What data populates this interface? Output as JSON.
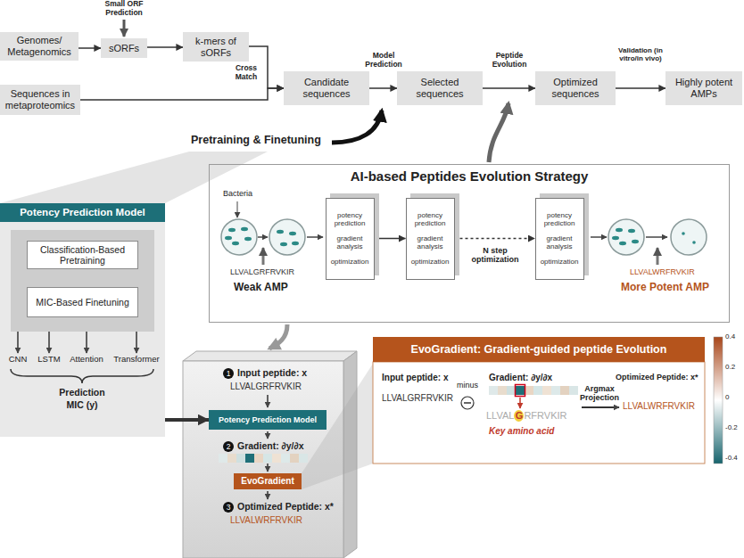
{
  "diagram": {
    "nodes": [
      {
        "text": [
          "Genomes/ Metagenomics"
        ]
      },
      {
        "text": [
          "sORFs"
        ]
      },
      {
        "text": [
          "k-mers of sORFs"
        ]
      },
      {
        "text": [
          "Sequences in metaproteomics"
        ]
      },
      {
        "text": [
          "Candidate sequences"
        ]
      },
      {
        "text": [
          "Selected sequences"
        ]
      },
      {
        "text": [
          "Optimized sequences"
        ]
      },
      {
        "text": [
          "Highly potent AMPs"
        ]
      },
      {
        "text": [
          "AI-based Peptides Evolution Strategy"
        ]
      },
      {
        "text": [
          "potency prediction",
          "gradient analysis",
          "optimization"
        ],
        "in": 8
      },
      {
        "text": [
          "potency prediction",
          "gradient analysis",
          "optimization"
        ],
        "in": 8
      },
      {
        "text": [
          "potency prediction",
          "gradient analysis",
          "optimization"
        ],
        "in": 8
      },
      {
        "text": [
          "Potency Prediction Model"
        ]
      },
      {
        "text": [
          "Classification-Based Pretraining"
        ],
        "in": 12
      },
      {
        "text": [
          "MIC-Based Finetuning"
        ],
        "in": 12
      },
      {
        "text": [
          "Potency Prediction Model"
        ]
      },
      {
        "text": [
          "EvoGradient"
        ]
      },
      {
        "text": [
          "EvoGradient: Gradient-guided peptide Evolution"
        ]
      }
    ],
    "edges": [
      {
        "from": 0,
        "to": 1,
        "arrow": "to"
      },
      {
        "from": 1,
        "to": 2,
        "arrow": "to"
      },
      {
        "from": 2,
        "to": 4,
        "arrow": "to"
      },
      {
        "from": 3,
        "to": 4,
        "arrow": "to"
      },
      {
        "from": 4,
        "to": 5,
        "label": "Model Prediction",
        "arrow": "to"
      },
      {
        "from": 5,
        "to": 6,
        "label": "Peptide Evolution",
        "arrow": "to"
      },
      {
        "from": 6,
        "to": 7,
        "label": "Validation (in vitro/in vivo)",
        "arrow": "to"
      },
      {
        "from": 9,
        "to": 10,
        "arrow": "to"
      },
      {
        "from": 10,
        "to": 11,
        "label": "N step optimization",
        "arrow": "to"
      },
      {
        "from": 12,
        "to": 15,
        "arrow": "to"
      }
    ],
    "labels": [
      "Small ORF Prediction",
      "Cross Match",
      "Pretraining & Finetuning",
      "Bacteria",
      "LLVALGRFRVKIR",
      "Weak AMP",
      "LLVALWRFRVKIR",
      "More Potent AMP",
      "CNN",
      "LSTM",
      "Attention",
      "Transformer",
      "Prediction",
      "MIC (y)",
      "1",
      "Input peptide: x",
      "LLVALGRFRVKIR",
      "2",
      "Gradient: ∂y/∂x",
      "3",
      "Optimized Peptide: x*",
      "LLVALWRFRVKIR",
      "Input peptide: x",
      "LLVALGRFRVKIR",
      "minus",
      "Gradient: ∂y/∂x",
      "LLVAL",
      "G",
      "RFRVKIR",
      "Key amino acid",
      "Argmax Projection",
      "Optimized Peptide: x*",
      "LLVALWRFRVKIR",
      "0.4",
      "0.2",
      "0",
      "-0.2",
      "-0.4"
    ]
  }
}
